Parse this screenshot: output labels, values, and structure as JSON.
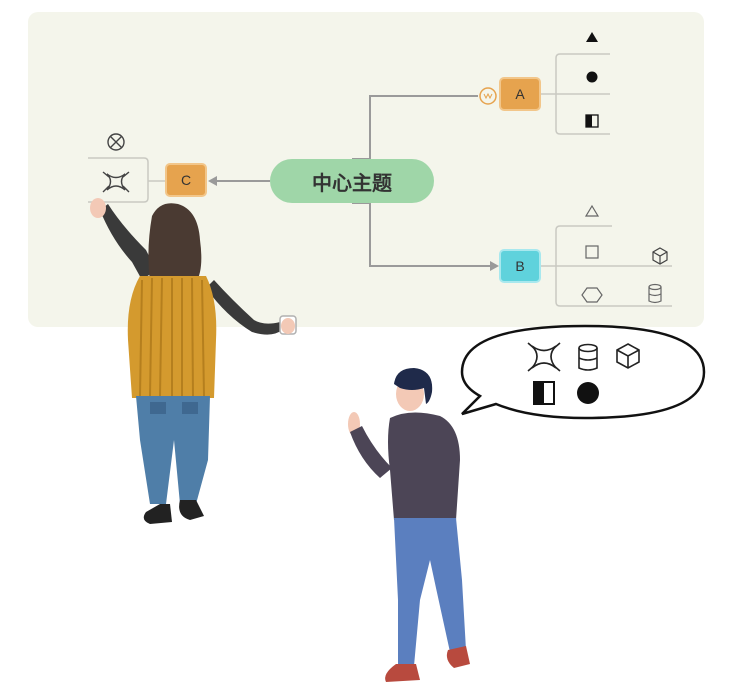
{
  "central_topic": "中心主题",
  "nodes": {
    "a": "A",
    "b": "B",
    "c": "C"
  },
  "icons": {
    "a_children": [
      "triangle-filled-icon",
      "circle-filled-icon",
      "half-square-icon"
    ],
    "b_children": [
      "triangle-outline-icon",
      "square-outline-icon",
      "cube-icon",
      "hexagon-icon",
      "cylinder-icon"
    ],
    "c_children": [
      "circle-x-icon",
      "star-cross-icon"
    ],
    "speech_bubble": [
      "star-cross-icon",
      "cylinder-icon",
      "cube-icon",
      "half-square-icon",
      "circle-filled-icon"
    ]
  },
  "colors": {
    "board": "#f4f5eb",
    "central": "#9fd6a8",
    "orange_node": "#e6a34e",
    "cyan_node": "#5fd2dc",
    "line": "#9a9a9a"
  }
}
